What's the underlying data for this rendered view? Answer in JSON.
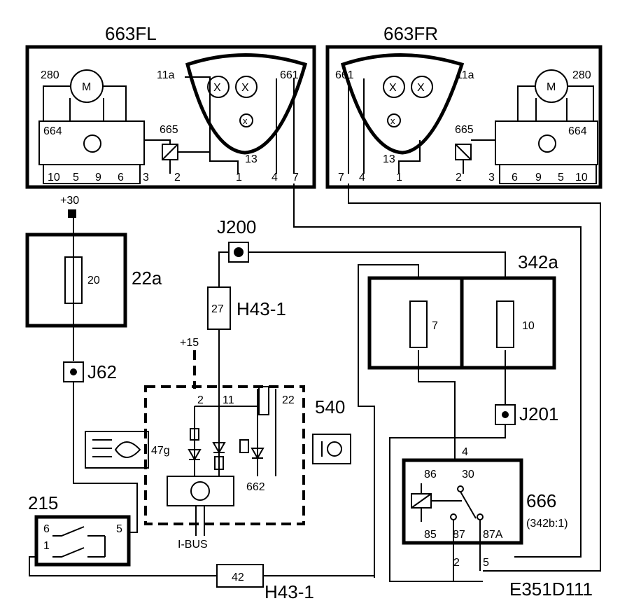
{
  "diagram_id": "E351D111",
  "components": {
    "lamp_fl": {
      "label": "663FL"
    },
    "lamp_fr": {
      "label": "663FR"
    },
    "fusebox_22a": {
      "label": "22a",
      "fuse": "20"
    },
    "fusebox_342a": {
      "label": "342a",
      "fuse_left": "7",
      "fuse_right": "10"
    },
    "switch_215": {
      "label": "215",
      "pins": [
        "6",
        "5",
        "1"
      ]
    },
    "module_540": {
      "label": "540",
      "pins": [
        "2",
        "11",
        "22"
      ],
      "sub_label": "47g",
      "sub_label2": "662",
      "bus": "I-BUS"
    },
    "relay_666": {
      "label": "666",
      "ref": "(342b:1)",
      "pins": [
        "86",
        "30",
        "85",
        "87",
        "87A"
      ]
    }
  },
  "lamp_labels": {
    "motor": "M",
    "m280": "280",
    "m664": "664",
    "m665": "665",
    "m11a": "11a",
    "m661": "661",
    "m13": "13"
  },
  "pins_fl": [
    "10",
    "5",
    "9",
    "6",
    "3",
    "2",
    "1",
    "4",
    "7"
  ],
  "pins_fr": [
    "7",
    "4",
    "1",
    "2",
    "3",
    "6",
    "9",
    "5",
    "10"
  ],
  "connectors": {
    "j200": "J200",
    "j62": "J62",
    "j201": "J201",
    "h43_top": "H43-1",
    "h43_top_pin": "27",
    "h43_bottom": "H43-1",
    "h43_bottom_pin": "42"
  },
  "supply": {
    "plus30": "+30",
    "plus15": "+15"
  },
  "wire_labels": {
    "w4": "4",
    "w2": "2",
    "w5": "5"
  }
}
